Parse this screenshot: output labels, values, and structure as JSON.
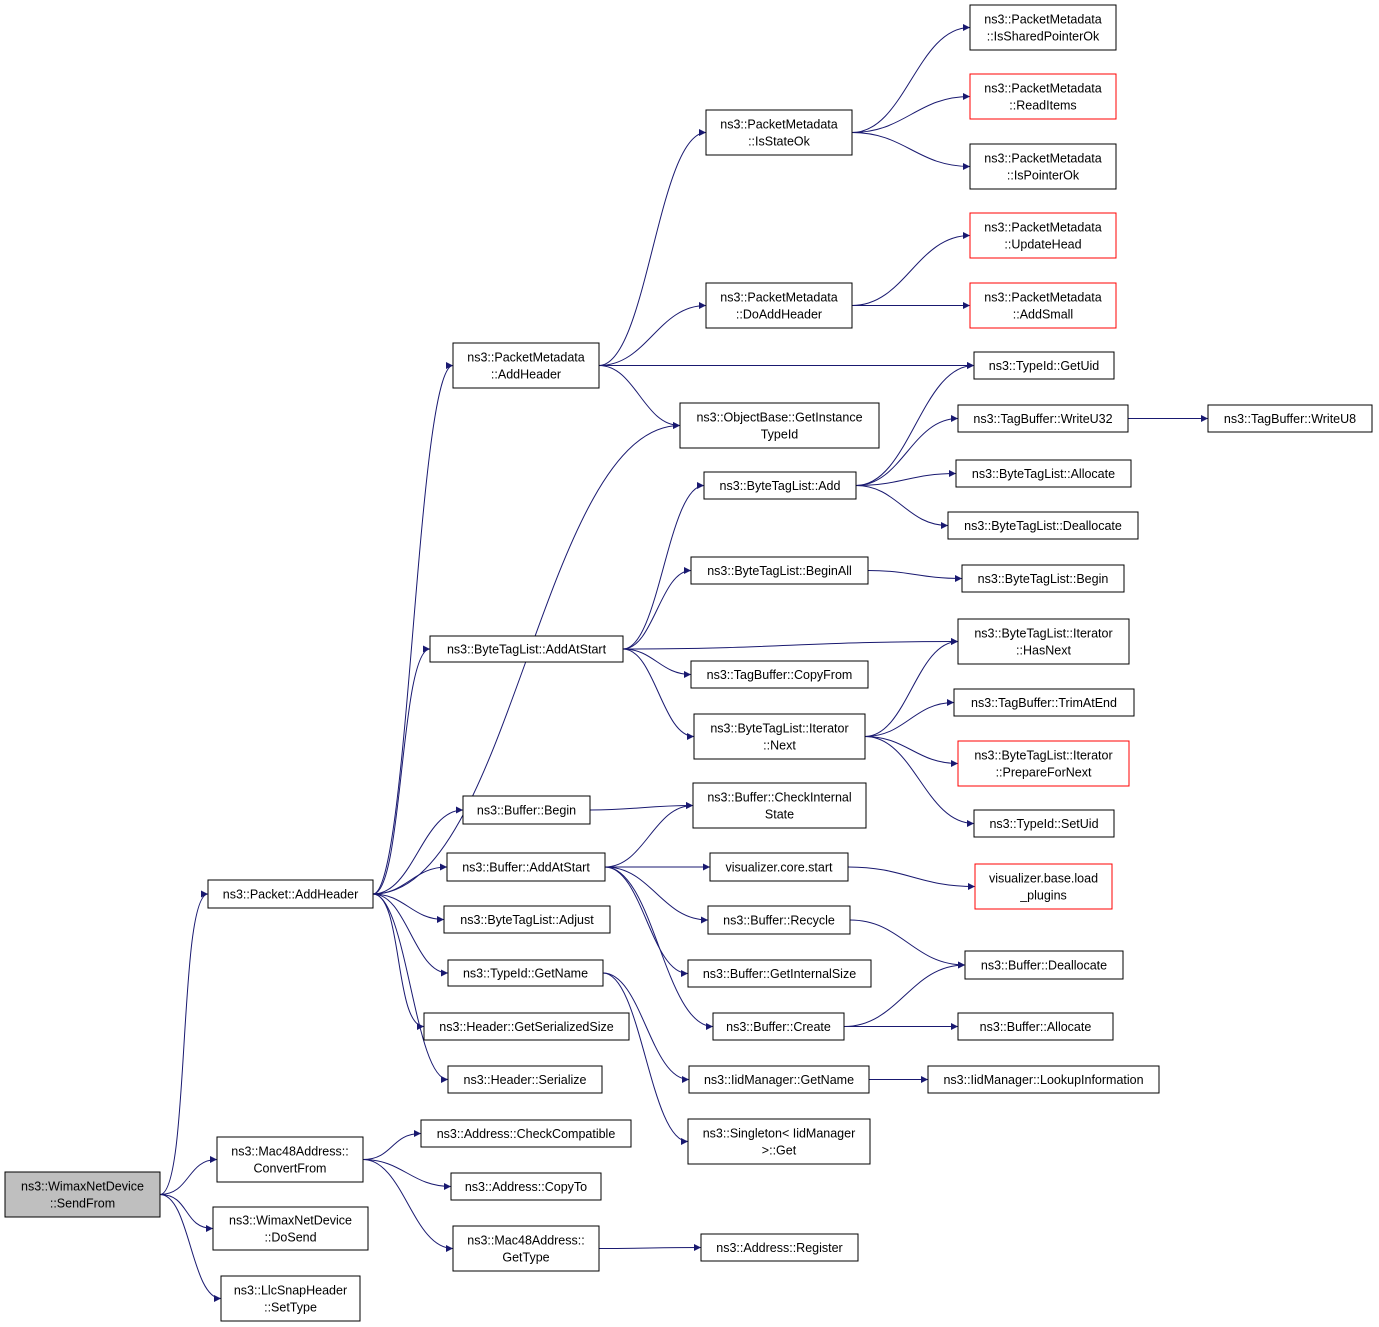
{
  "colors": {
    "edge": "#191970",
    "root_fill": "#bfbfbf",
    "node_border": "#000000",
    "incomplete_border": "#ff0000"
  },
  "nodes": [
    {
      "id": "send_from",
      "lines": [
        "ns3::WimaxNetDevice",
        "::SendFrom"
      ],
      "style": "root"
    },
    {
      "id": "packet_addheader",
      "lines": [
        "ns3::Packet::AddHeader"
      ]
    },
    {
      "id": "mac48_convertfrom",
      "lines": [
        "ns3::Mac48Address::",
        "ConvertFrom"
      ]
    },
    {
      "id": "wimax_dosend",
      "lines": [
        "ns3::WimaxNetDevice",
        "::DoSend"
      ]
    },
    {
      "id": "llcsnap_settype",
      "lines": [
        "ns3::LlcSnapHeader",
        "::SetType"
      ]
    },
    {
      "id": "pm_addheader",
      "lines": [
        "ns3::PacketMetadata",
        "::AddHeader"
      ]
    },
    {
      "id": "btl_addatstart",
      "lines": [
        "ns3::ByteTagList::AddAtStart"
      ]
    },
    {
      "id": "buffer_begin",
      "lines": [
        "ns3::Buffer::Begin"
      ]
    },
    {
      "id": "buffer_addatstart",
      "lines": [
        "ns3::Buffer::AddAtStart"
      ]
    },
    {
      "id": "btl_adjust",
      "lines": [
        "ns3::ByteTagList::Adjust"
      ]
    },
    {
      "id": "typeid_getname",
      "lines": [
        "ns3::TypeId::GetName"
      ]
    },
    {
      "id": "header_getserializedsize",
      "lines": [
        "ns3::Header::GetSerializedSize"
      ]
    },
    {
      "id": "header_serialize",
      "lines": [
        "ns3::Header::Serialize"
      ]
    },
    {
      "id": "address_checkcompatible",
      "lines": [
        "ns3::Address::CheckCompatible"
      ]
    },
    {
      "id": "address_copyto",
      "lines": [
        "ns3::Address::CopyTo"
      ]
    },
    {
      "id": "mac48_gettype",
      "lines": [
        "ns3::Mac48Address::",
        "GetType"
      ]
    },
    {
      "id": "pm_isstateok",
      "lines": [
        "ns3::PacketMetadata",
        "::IsStateOk"
      ]
    },
    {
      "id": "pm_doaddheader",
      "lines": [
        "ns3::PacketMetadata",
        "::DoAddHeader"
      ]
    },
    {
      "id": "objectbase_getinstancetypeid",
      "lines": [
        "ns3::ObjectBase::GetInstance",
        "TypeId"
      ]
    },
    {
      "id": "btl_add",
      "lines": [
        "ns3::ByteTagList::Add"
      ]
    },
    {
      "id": "btl_beginall",
      "lines": [
        "ns3::ByteTagList::BeginAll"
      ]
    },
    {
      "id": "tagbuffer_copyfrom",
      "lines": [
        "ns3::TagBuffer::CopyFrom"
      ]
    },
    {
      "id": "btl_iterator_next",
      "lines": [
        "ns3::ByteTagList::Iterator",
        "::Next"
      ]
    },
    {
      "id": "buffer_checkinternalstate",
      "lines": [
        "ns3::Buffer::CheckInternal",
        "State"
      ]
    },
    {
      "id": "visualizer_core_start",
      "lines": [
        "visualizer.core.start"
      ]
    },
    {
      "id": "buffer_recycle",
      "lines": [
        "ns3::Buffer::Recycle"
      ]
    },
    {
      "id": "buffer_getinternalsize",
      "lines": [
        "ns3::Buffer::GetInternalSize"
      ]
    },
    {
      "id": "buffer_create",
      "lines": [
        "ns3::Buffer::Create"
      ]
    },
    {
      "id": "iidmanager_getname",
      "lines": [
        "ns3::IidManager::GetName"
      ]
    },
    {
      "id": "singleton_get",
      "lines": [
        "ns3::Singleton< IidManager",
        ">::Get"
      ]
    },
    {
      "id": "address_register",
      "lines": [
        "ns3::Address::Register"
      ]
    },
    {
      "id": "pm_issharedpointerok",
      "lines": [
        "ns3::PacketMetadata",
        "::IsSharedPointerOk"
      ]
    },
    {
      "id": "pm_readitems",
      "lines": [
        "ns3::PacketMetadata",
        "::ReadItems"
      ],
      "style": "red"
    },
    {
      "id": "pm_ispointerok",
      "lines": [
        "ns3::PacketMetadata",
        "::IsPointerOk"
      ]
    },
    {
      "id": "pm_updatehead",
      "lines": [
        "ns3::PacketMetadata",
        "::UpdateHead"
      ],
      "style": "red"
    },
    {
      "id": "pm_addsmall",
      "lines": [
        "ns3::PacketMetadata",
        "::AddSmall"
      ],
      "style": "red"
    },
    {
      "id": "typeid_getuid",
      "lines": [
        "ns3::TypeId::GetUid"
      ]
    },
    {
      "id": "tagbuffer_writeu32",
      "lines": [
        "ns3::TagBuffer::WriteU32"
      ]
    },
    {
      "id": "btl_allocate",
      "lines": [
        "ns3::ByteTagList::Allocate"
      ]
    },
    {
      "id": "btl_deallocate",
      "lines": [
        "ns3::ByteTagList::Deallocate"
      ]
    },
    {
      "id": "btl_begin",
      "lines": [
        "ns3::ByteTagList::Begin"
      ]
    },
    {
      "id": "btl_iterator_hasnext",
      "lines": [
        "ns3::ByteTagList::Iterator",
        "::HasNext"
      ]
    },
    {
      "id": "tagbuffer_trimatend",
      "lines": [
        "ns3::TagBuffer::TrimAtEnd"
      ]
    },
    {
      "id": "btl_iterator_preparefornext",
      "lines": [
        "ns3::ByteTagList::Iterator",
        "::PrepareForNext"
      ],
      "style": "red"
    },
    {
      "id": "typeid_setuid",
      "lines": [
        "ns3::TypeId::SetUid"
      ]
    },
    {
      "id": "visualizer_base_load_plugins",
      "lines": [
        "visualizer.base.load",
        "_plugins"
      ],
      "style": "red"
    },
    {
      "id": "buffer_deallocate",
      "lines": [
        "ns3::Buffer::Deallocate"
      ]
    },
    {
      "id": "buffer_allocate",
      "lines": [
        "ns3::Buffer::Allocate"
      ]
    },
    {
      "id": "iidmanager_lookupinformation",
      "lines": [
        "ns3::IidManager::LookupInformation"
      ]
    },
    {
      "id": "tagbuffer_writeu8",
      "lines": [
        "ns3::TagBuffer::WriteU8"
      ]
    }
  ],
  "edges": [
    [
      "send_from",
      "packet_addheader"
    ],
    [
      "send_from",
      "mac48_convertfrom"
    ],
    [
      "send_from",
      "wimax_dosend"
    ],
    [
      "send_from",
      "llcsnap_settype"
    ],
    [
      "packet_addheader",
      "pm_addheader"
    ],
    [
      "packet_addheader",
      "objectbase_getinstancetypeid"
    ],
    [
      "packet_addheader",
      "btl_addatstart"
    ],
    [
      "packet_addheader",
      "buffer_begin"
    ],
    [
      "packet_addheader",
      "buffer_addatstart"
    ],
    [
      "packet_addheader",
      "btl_adjust"
    ],
    [
      "packet_addheader",
      "typeid_getname"
    ],
    [
      "packet_addheader",
      "header_getserializedsize"
    ],
    [
      "packet_addheader",
      "header_serialize"
    ],
    [
      "mac48_convertfrom",
      "address_checkcompatible"
    ],
    [
      "mac48_convertfrom",
      "address_copyto"
    ],
    [
      "mac48_convertfrom",
      "mac48_gettype"
    ],
    [
      "mac48_gettype",
      "address_register"
    ],
    [
      "pm_addheader",
      "pm_isstateok"
    ],
    [
      "pm_addheader",
      "pm_doaddheader"
    ],
    [
      "pm_addheader",
      "typeid_getuid"
    ],
    [
      "pm_addheader",
      "objectbase_getinstancetypeid"
    ],
    [
      "pm_isstateok",
      "pm_issharedpointerok"
    ],
    [
      "pm_isstateok",
      "pm_readitems"
    ],
    [
      "pm_isstateok",
      "pm_ispointerok"
    ],
    [
      "pm_doaddheader",
      "pm_updatehead"
    ],
    [
      "pm_doaddheader",
      "pm_addsmall"
    ],
    [
      "btl_addatstart",
      "btl_add"
    ],
    [
      "btl_addatstart",
      "btl_beginall"
    ],
    [
      "btl_addatstart",
      "btl_iterator_hasnext"
    ],
    [
      "btl_addatstart",
      "tagbuffer_copyfrom"
    ],
    [
      "btl_addatstart",
      "btl_iterator_next"
    ],
    [
      "btl_add",
      "typeid_getuid"
    ],
    [
      "btl_add",
      "tagbuffer_writeu32"
    ],
    [
      "btl_add",
      "btl_allocate"
    ],
    [
      "btl_add",
      "btl_deallocate"
    ],
    [
      "tagbuffer_writeu32",
      "tagbuffer_writeu8"
    ],
    [
      "btl_beginall",
      "btl_begin"
    ],
    [
      "btl_iterator_next",
      "btl_iterator_hasnext"
    ],
    [
      "btl_iterator_next",
      "tagbuffer_trimatend"
    ],
    [
      "btl_iterator_next",
      "btl_iterator_preparefornext"
    ],
    [
      "btl_iterator_next",
      "typeid_setuid"
    ],
    [
      "buffer_begin",
      "buffer_checkinternalstate"
    ],
    [
      "buffer_addatstart",
      "buffer_checkinternalstate"
    ],
    [
      "buffer_addatstart",
      "visualizer_core_start"
    ],
    [
      "buffer_addatstart",
      "buffer_recycle"
    ],
    [
      "buffer_addatstart",
      "buffer_getinternalsize"
    ],
    [
      "buffer_addatstart",
      "buffer_create"
    ],
    [
      "visualizer_core_start",
      "visualizer_base_load_plugins"
    ],
    [
      "buffer_recycle",
      "buffer_deallocate"
    ],
    [
      "buffer_create",
      "buffer_deallocate"
    ],
    [
      "buffer_create",
      "buffer_allocate"
    ],
    [
      "typeid_getname",
      "iidmanager_getname"
    ],
    [
      "typeid_getname",
      "singleton_get"
    ],
    [
      "iidmanager_getname",
      "iidmanager_lookupinformation"
    ]
  ]
}
